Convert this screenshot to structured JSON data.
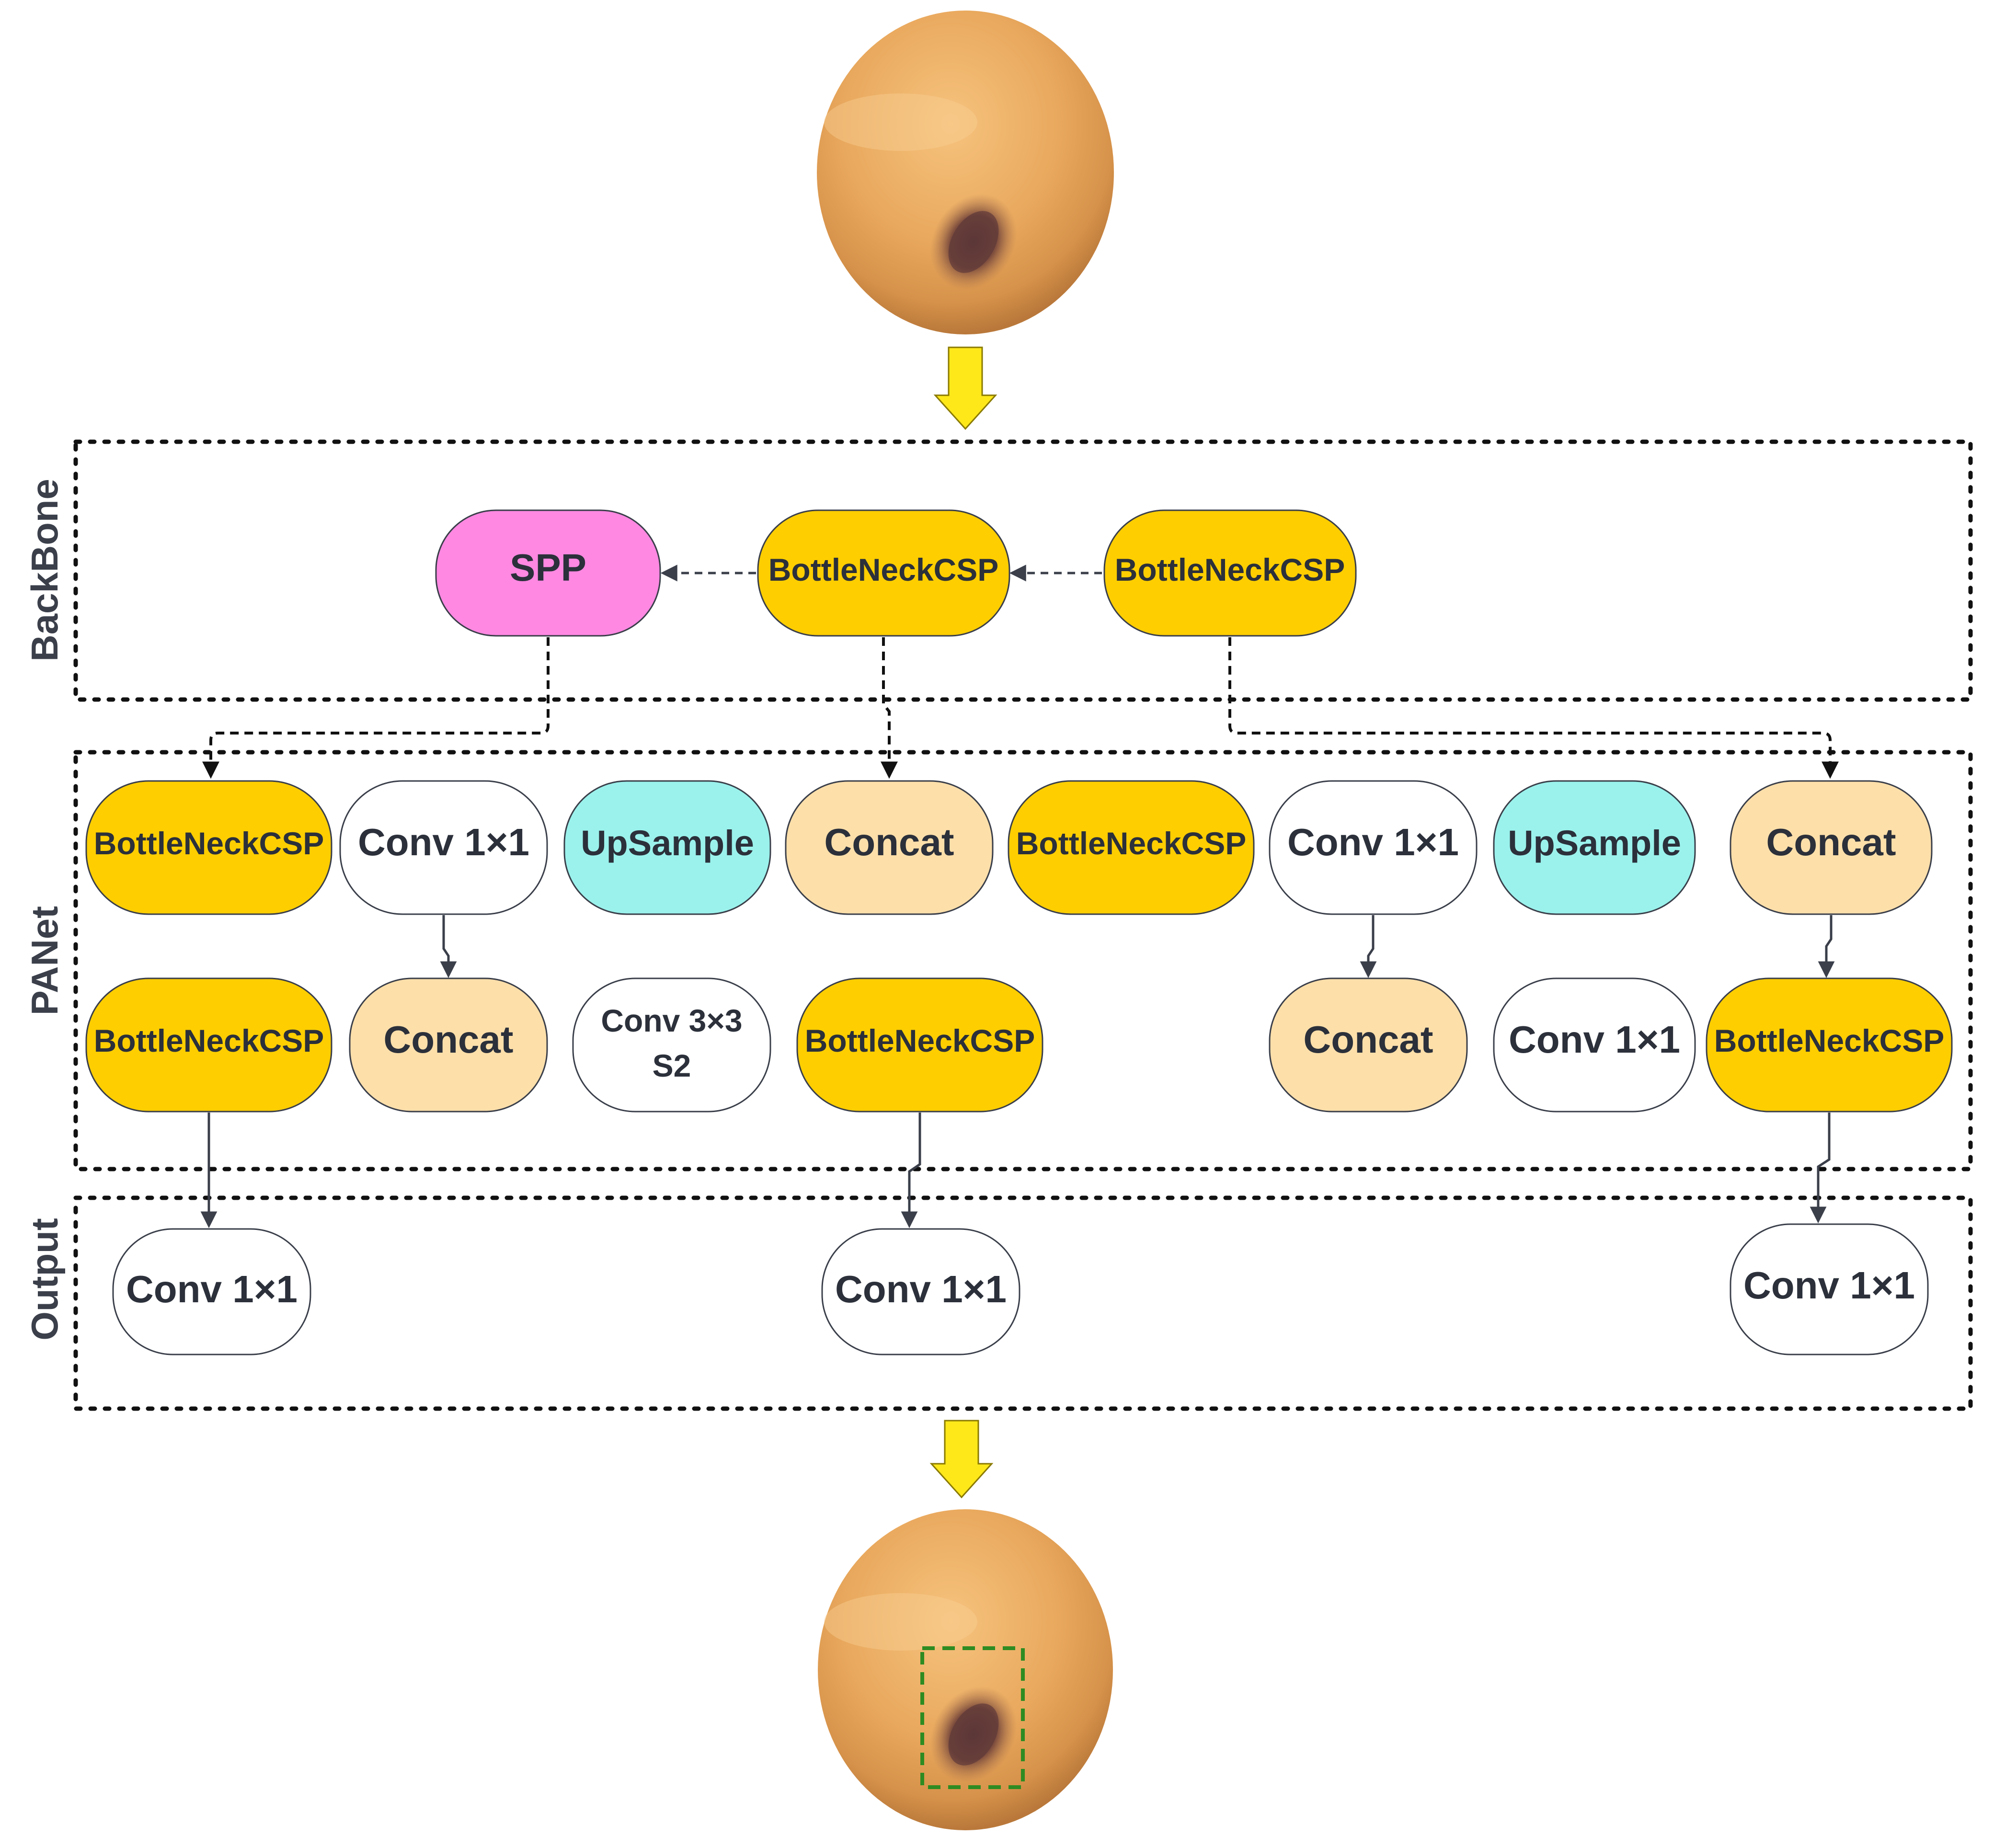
{
  "colors": {
    "bottleneck": "#FFCE00",
    "spp": "#FF88E2",
    "upsample": "#9BF2EC",
    "concat": "#FDDFAA",
    "conv": "#FFFFFF",
    "arrow_yellow": "#FFE81A",
    "detection_box": "#2E8B22"
  },
  "regions": {
    "backbone": "BackBone",
    "panet": "PANet",
    "output": "Output"
  },
  "backbone": {
    "spp": "SPP",
    "csp_mid": "BottleNeckCSP",
    "csp_right": "BottleNeckCSP"
  },
  "panet": {
    "row1": [
      "BottleNeckCSP",
      "Conv 1×1",
      "UpSample",
      "Concat",
      "BottleNeckCSP",
      "Conv 1×1",
      "UpSample",
      "Concat"
    ],
    "row2": [
      "BottleNeckCSP",
      "Concat",
      "Conv 3×3",
      "BottleNeckCSP",
      "Concat",
      "Conv 1×1",
      "BottleNeckCSP"
    ],
    "conv3x3_second_line": "S2"
  },
  "output": [
    "Conv 1×1",
    "Conv 1×1",
    "Conv 1×1"
  ],
  "images": {
    "input_icon": "dermoscopy-lesion-image",
    "output_icon": "dermoscopy-lesion-image-with-detection-box"
  }
}
